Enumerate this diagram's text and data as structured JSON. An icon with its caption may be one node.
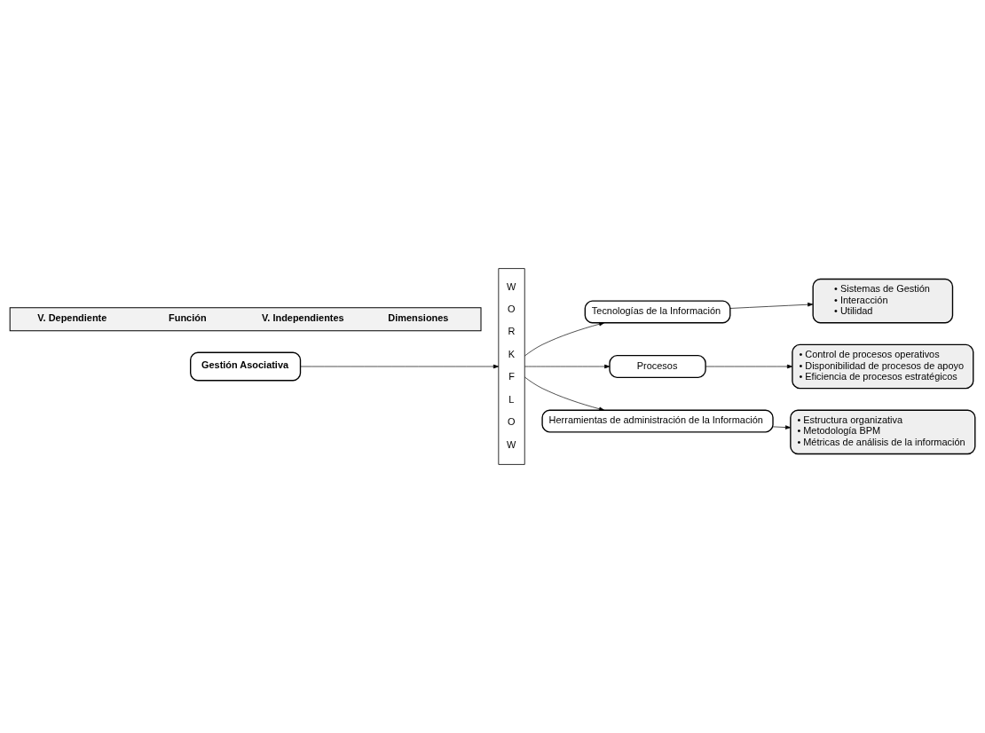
{
  "diagram": {
    "nodes": [
      {
        "text": [
          "V. Dependiente",
          "Función",
          "V. Independientes",
          "Dimensiones"
        ]
      },
      {
        "text": [
          "Gestión Asociativa"
        ]
      },
      {
        "text": [
          "W O R K F L O W"
        ]
      },
      {
        "text": [
          "Tecnologías de la Información"
        ]
      },
      {
        "text": [
          "• Sistemas de Gestión",
          "• Interacción",
          "• Utilidad"
        ]
      },
      {
        "text": [
          "Procesos"
        ]
      },
      {
        "text": [
          "• Control de procesos operativos",
          "• Disponibilidad de procesos de apoyo",
          "• Eficiencia de procesos estratégicos"
        ]
      },
      {
        "text": [
          "Herramientas de administración de la Información"
        ]
      },
      {
        "text": [
          "• Estructura organizativa",
          "• Metodología BPM",
          "• Métricas de análisis de la información"
        ]
      }
    ],
    "edges": [
      {
        "from": 1,
        "to": 2,
        "arrow": "to"
      },
      {
        "from": 2,
        "to": 3,
        "arrow": "to"
      },
      {
        "from": 2,
        "to": 5,
        "arrow": "to"
      },
      {
        "from": 2,
        "to": 7,
        "arrow": "to"
      },
      {
        "from": 3,
        "to": 4,
        "arrow": "to"
      },
      {
        "from": 5,
        "to": 6,
        "arrow": "to"
      },
      {
        "from": 7,
        "to": 8,
        "arrow": "to"
      }
    ]
  }
}
